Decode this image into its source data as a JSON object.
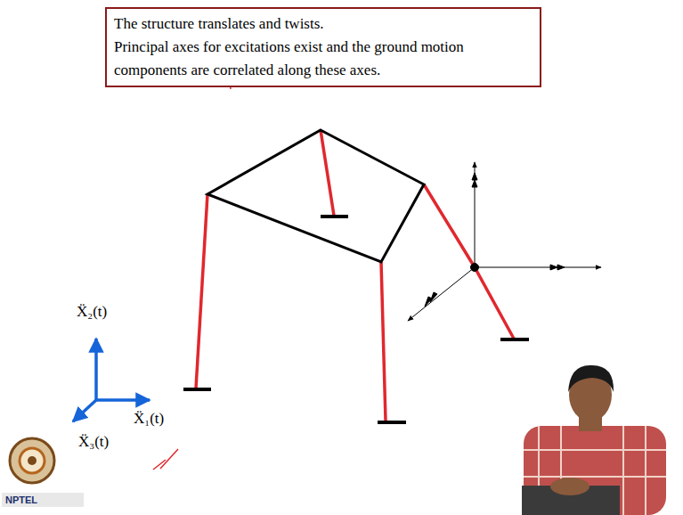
{
  "diagram": {
    "nodes": [
      {
        "text": [
          "The structure translates and twists.",
          "Principal axes for excitations exist and the ground motion components are correlated along these axes."
        ]
      }
    ],
    "labels": [
      "Ẍ₂(t)",
      "Ẍ₁(t)",
      "Ẍ₃(t)",
      "NPTEL"
    ]
  }
}
